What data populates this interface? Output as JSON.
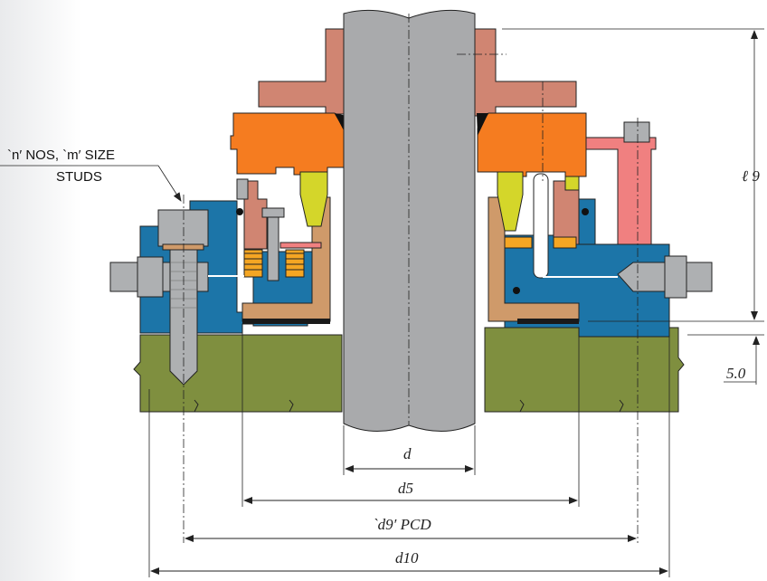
{
  "callout": {
    "line1": "`n′ NOS, `m′ SIZE",
    "line2": "STUDS"
  },
  "dimensions": {
    "d": "d",
    "d5": "d5",
    "d9": "`d9′ PCD",
    "d10": "d10",
    "l9": "ℓ 9",
    "gap": "5.0"
  },
  "colors": {
    "shaft": "#a9aaac",
    "gland": "#d08572",
    "seal_ring": "#f57c20",
    "housing": "#1c75a8",
    "sleeve": "#cf9a6a",
    "base": "#7f8f3f",
    "face": "#d4d62a",
    "clamp": "#f08080",
    "stud": "#aeb0b2",
    "pin": "#ffffff"
  }
}
